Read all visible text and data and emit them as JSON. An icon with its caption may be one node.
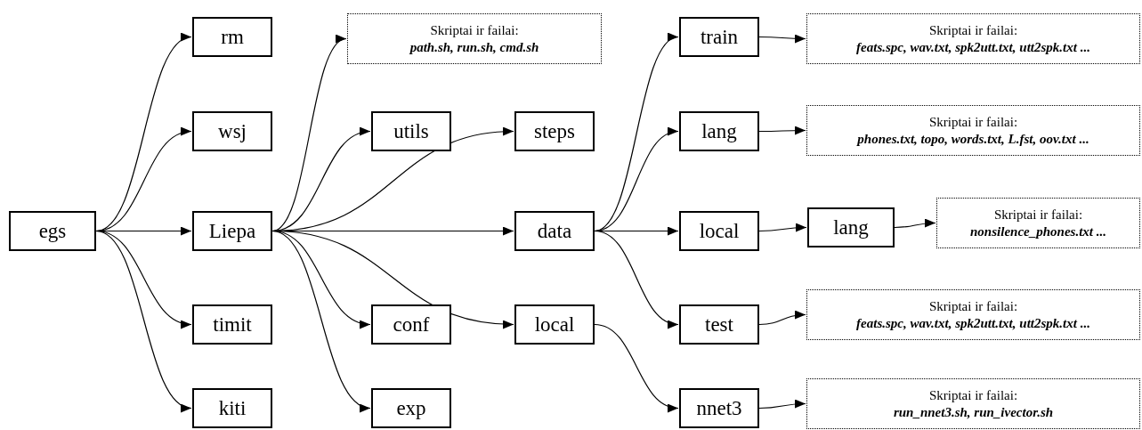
{
  "diagram": {
    "nodes": [
      {
        "text": [
          "egs"
        ]
      },
      {
        "text": [
          "rm"
        ]
      },
      {
        "text": [
          "wsj"
        ]
      },
      {
        "text": [
          "Liepa"
        ]
      },
      {
        "text": [
          "timit"
        ]
      },
      {
        "text": [
          "kiti"
        ]
      },
      {
        "text": [
          "Skriptai ir failai:",
          "path.sh, run.sh, cmd.sh"
        ]
      },
      {
        "text": [
          "utils"
        ]
      },
      {
        "text": [
          "conf"
        ]
      },
      {
        "text": [
          "exp"
        ]
      },
      {
        "text": [
          "steps"
        ]
      },
      {
        "text": [
          "data"
        ]
      },
      {
        "text": [
          "local"
        ]
      },
      {
        "text": [
          "train"
        ]
      },
      {
        "text": [
          "Skriptai ir failai:",
          "feats.spc, wav.txt, spk2utt.txt, utt2spk.txt ..."
        ]
      },
      {
        "text": [
          "lang"
        ]
      },
      {
        "text": [
          "Skriptai ir failai:",
          "phones.txt, topo, words.txt, L.fst, oov.txt ..."
        ]
      },
      {
        "text": [
          "local"
        ]
      },
      {
        "text": [
          "lang"
        ]
      },
      {
        "text": [
          "Skriptai ir failai:",
          "nonsilence_phones.txt ..."
        ]
      },
      {
        "text": [
          "test"
        ]
      },
      {
        "text": [
          "Skriptai ir failai:",
          "feats.spc, wav.txt, spk2utt.txt, utt2spk.txt ..."
        ]
      },
      {
        "text": [
          "nnet3"
        ]
      },
      {
        "text": [
          "Skriptai ir failai:",
          "run_nnet3.sh, run_ivector.sh"
        ]
      }
    ],
    "edges": [
      {
        "from": 0,
        "to": 1,
        "arrow": "to"
      },
      {
        "from": 0,
        "to": 2,
        "arrow": "to"
      },
      {
        "from": 0,
        "to": 3,
        "arrow": "to"
      },
      {
        "from": 0,
        "to": 4,
        "arrow": "to"
      },
      {
        "from": 0,
        "to": 5,
        "arrow": "to"
      },
      {
        "from": 3,
        "to": 6,
        "arrow": "to"
      },
      {
        "from": 3,
        "to": 7,
        "arrow": "to"
      },
      {
        "from": 3,
        "to": 10,
        "arrow": "to"
      },
      {
        "from": 3,
        "to": 11,
        "arrow": "to"
      },
      {
        "from": 3,
        "to": 12,
        "arrow": "to"
      },
      {
        "from": 3,
        "to": 8,
        "arrow": "to"
      },
      {
        "from": 3,
        "to": 9,
        "arrow": "to"
      },
      {
        "from": 11,
        "to": 13,
        "arrow": "to"
      },
      {
        "from": 11,
        "to": 15,
        "arrow": "to"
      },
      {
        "from": 11,
        "to": 17,
        "arrow": "to"
      },
      {
        "from": 11,
        "to": 20,
        "arrow": "to"
      },
      {
        "from": 12,
        "to": 22,
        "arrow": "to"
      },
      {
        "from": 13,
        "to": 14,
        "arrow": "to"
      },
      {
        "from": 15,
        "to": 16,
        "arrow": "to"
      },
      {
        "from": 17,
        "to": 18,
        "arrow": "to"
      },
      {
        "from": 18,
        "to": 19,
        "arrow": "to"
      },
      {
        "from": 20,
        "to": 21,
        "arrow": "to"
      },
      {
        "from": 22,
        "to": 23,
        "arrow": "to"
      }
    ]
  }
}
